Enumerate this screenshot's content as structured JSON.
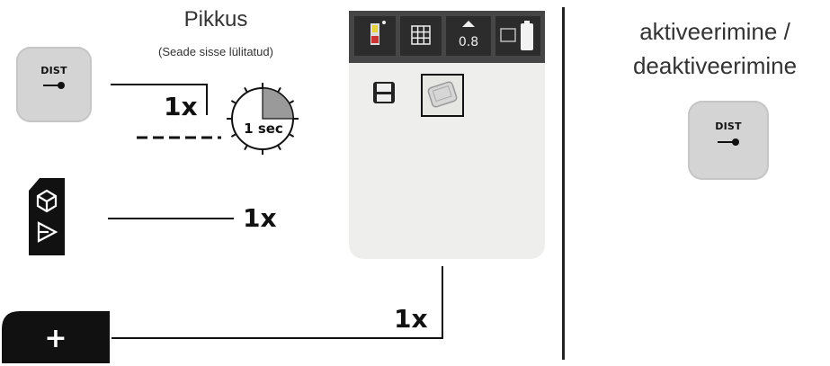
{
  "left": {
    "title": "Pikkus",
    "subtitle": "(Seade sisse lülitatud)",
    "dist_key": {
      "label": "DIST"
    },
    "timer": {
      "label": "1 sec",
      "fraction": 0.25
    },
    "press_count_dist": "1x",
    "press_count_func": "1x",
    "press_count_plus": "1x",
    "plus_key": {
      "label": "+"
    }
  },
  "right": {
    "title_line1": "aktiveerimine /",
    "title_line2": "deaktiveerimine",
    "dist_key": {
      "label": "DIST"
    }
  },
  "screen": {
    "status_icons": [
      "laser-icon",
      "grid-icon",
      "level-icon",
      "memory-battery-icon"
    ],
    "menu_icons": [
      "floppy-save-icon",
      "clipboard-memory-icon"
    ],
    "selected_menu_index": 1,
    "level_value": "0.8"
  },
  "colors": {
    "key_gray": "#d4d4d4",
    "key_black": "#111111",
    "screen_bg": "#eeeeec",
    "status_bar": "#464646",
    "timer_fill": "#9a9a9a"
  }
}
